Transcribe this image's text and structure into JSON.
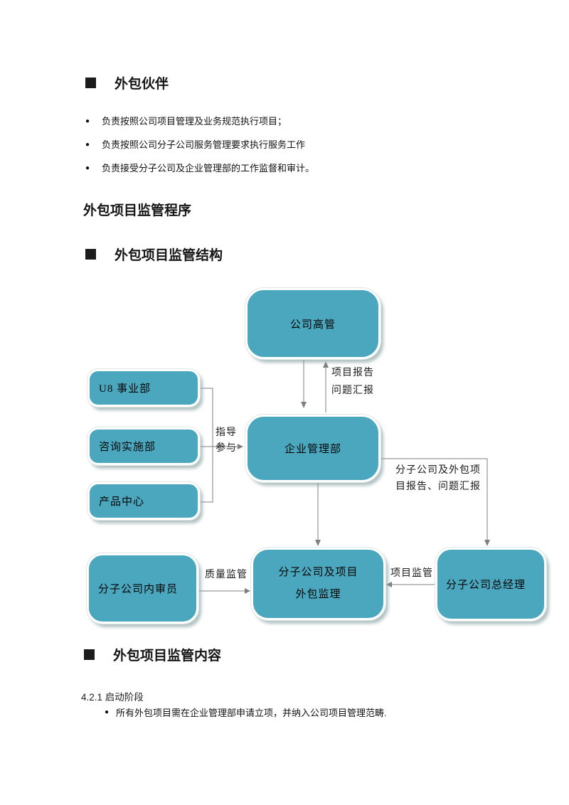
{
  "doc": {
    "section_partner": {
      "title": "外包伙伴"
    },
    "partner_bullets": [
      "负责按照公司项目管理及业务规范执行项目；",
      "负责按照公司分子公司服务管理要求执行服务工作",
      "负责接受分子公司及企业管理部的工作监督和审计。"
    ],
    "procedure_title": "外包项目监管程序",
    "structure_title": "外包项目监管结构",
    "content_title": "外包项目监管内容",
    "phase_heading": "4.2.1 启动阶段",
    "phase_bullet": "所有外包项目需在企业管理部申请立项，并纳入公司项目管理范畴."
  },
  "diagram": {
    "nodes": {
      "executives": "公司高管",
      "u8_division": "U8 事业部",
      "consulting_dept": "咨询实施部",
      "product_center": "产品中心",
      "enterprise_mgmt": "企业管理部",
      "subsidiary_auditor": "分子公司内审员",
      "supervisor_line1": "分子公司及项目",
      "supervisor_line2": "外包监理",
      "subsidiary_gm": "分子公司总经理"
    },
    "edge_labels": {
      "report_line1": "项目报告",
      "report_line2": "问题汇报",
      "guide_line1": "指导",
      "guide_line2": "参与",
      "sub_report_line1": "分子公司及外包项",
      "sub_report_line2": "目报告、问题汇报",
      "quality": "质量监管",
      "project": "项目监管"
    },
    "colors": {
      "node_fill": "#4AA7BE",
      "node_border": "#FFFFFF",
      "node_shadow": "#9FB8B8",
      "connector": "#7F7F7F",
      "text": "#111111"
    }
  }
}
